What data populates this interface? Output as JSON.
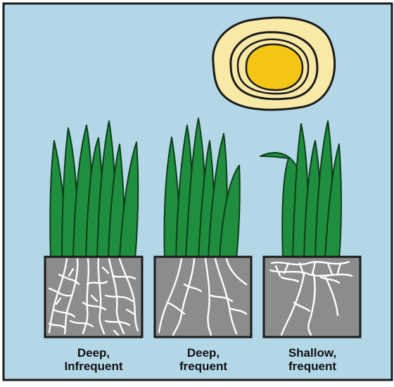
{
  "colors": {
    "sky": "#b3d7e6",
    "frame": "#1a1a1a",
    "grass": "#1f8f3f",
    "soil": "#8c8c8c",
    "roots": "#ffffff",
    "sun_core": "#f5c515",
    "sun_glow": "#f8e9a6"
  },
  "panels": [
    {
      "line1": "Deep,",
      "line2": "Infrequent"
    },
    {
      "line1": "Deep,",
      "line2": "frequent"
    },
    {
      "line1": "Shallow,",
      "line2": "frequent"
    }
  ]
}
